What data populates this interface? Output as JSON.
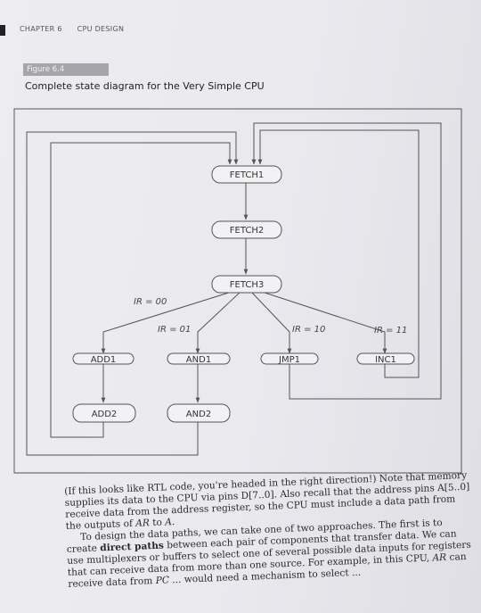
{
  "header": {
    "chapter": "CHAPTER 6",
    "title": "CPU DESIGN"
  },
  "figure": {
    "label": "Figure 6.4",
    "caption": "Complete state diagram for the Very Simple CPU",
    "states": {
      "fetch1": "FETCH1",
      "fetch2": "FETCH2",
      "fetch3": "FETCH3",
      "add1": "ADD1",
      "and1": "AND1",
      "jmp1": "JMP1",
      "inc1": "INC1",
      "add2": "ADD2",
      "and2": "AND2"
    },
    "conditions": {
      "ir00": "IR = 00",
      "ir01": "IR = 01",
      "ir10": "IR = 10",
      "ir11": "IR = 11"
    }
  },
  "body": {
    "p1_a": "(If this looks like RTL code, you're headed in the right direction!) Note that memory supplies its data to the CPU via pins D[7..0]. Also recall that the address pins A[5..0] receive data from the address register, so the CPU must include a data path from the outputs of ",
    "p1_ar": "AR",
    "p1_b": " to ",
    "p1_a2": "A",
    "p1_end": ".",
    "p2_a": "To design the data paths, we can take one of two approaches. The first is to create ",
    "p2_bold": "direct paths",
    "p2_b": " between each pair of components that transfer data. We can use multiplexers or buffers to select one of several possible data inputs for registers that can receive data from more than one source. For example, in this CPU, ",
    "p2_ar": "AR",
    "p2_c": " can receive data from ",
    "p2_pc": "PC",
    "p2_d": " ... would need a mechanism to select ..."
  }
}
